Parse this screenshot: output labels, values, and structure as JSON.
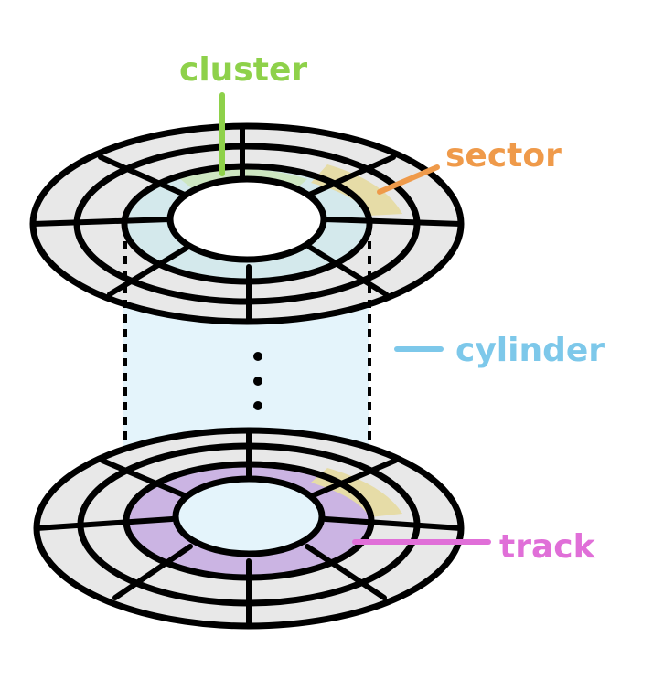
{
  "labels": {
    "cluster": "cluster",
    "sector": "sector",
    "cylinder": "cylinder",
    "track": "track"
  },
  "colors": {
    "cluster": "#8ed14a",
    "sector": "#ef9a4a",
    "cylinder": "#7dc8ea",
    "track": "#e06fd8",
    "platter": "#e8e8e8",
    "cylinder_fill": "#e4f4fb",
    "cluster_fill": "#cde6c1",
    "sector_fill": "#e6dca7",
    "track_fill": "#cbb4e3",
    "inner_track_fill": "#d4e9ec",
    "outline": "#000000"
  }
}
